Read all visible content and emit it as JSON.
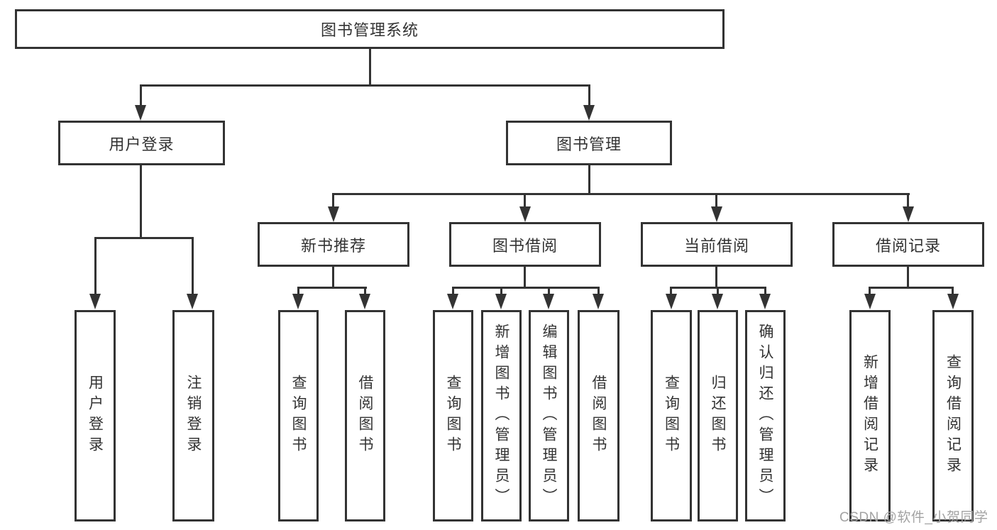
{
  "diagram": {
    "root": {
      "label": "图书管理系统"
    },
    "user_login": {
      "label": "用户登录",
      "children": [
        {
          "label": "用户登录"
        },
        {
          "label": "注销登录"
        }
      ]
    },
    "book_mgmt": {
      "label": "图书管理",
      "sections": [
        {
          "label": "新书推荐",
          "children": [
            {
              "label": "查询图书"
            },
            {
              "label": "借阅图书"
            }
          ]
        },
        {
          "label": "图书借阅",
          "children": [
            {
              "label": "查询图书"
            },
            {
              "label": "新增图书（管理员）"
            },
            {
              "label": "编辑图书（管理员）"
            },
            {
              "label": "借阅图书"
            }
          ]
        },
        {
          "label": "当前借阅",
          "children": [
            {
              "label": "查询图书"
            },
            {
              "label": "归还图书"
            },
            {
              "label": "确认归还（管理员）"
            }
          ]
        },
        {
          "label": "借阅记录",
          "children": [
            {
              "label": "新增借阅记录"
            },
            {
              "label": "查询借阅记录"
            }
          ]
        }
      ]
    }
  },
  "watermark": {
    "text": "CSDN @软件_小贺同学",
    "color": "#a3a3a3"
  },
  "colors": {
    "line": "#333333",
    "text": "#333333",
    "background": "#ffffff"
  }
}
